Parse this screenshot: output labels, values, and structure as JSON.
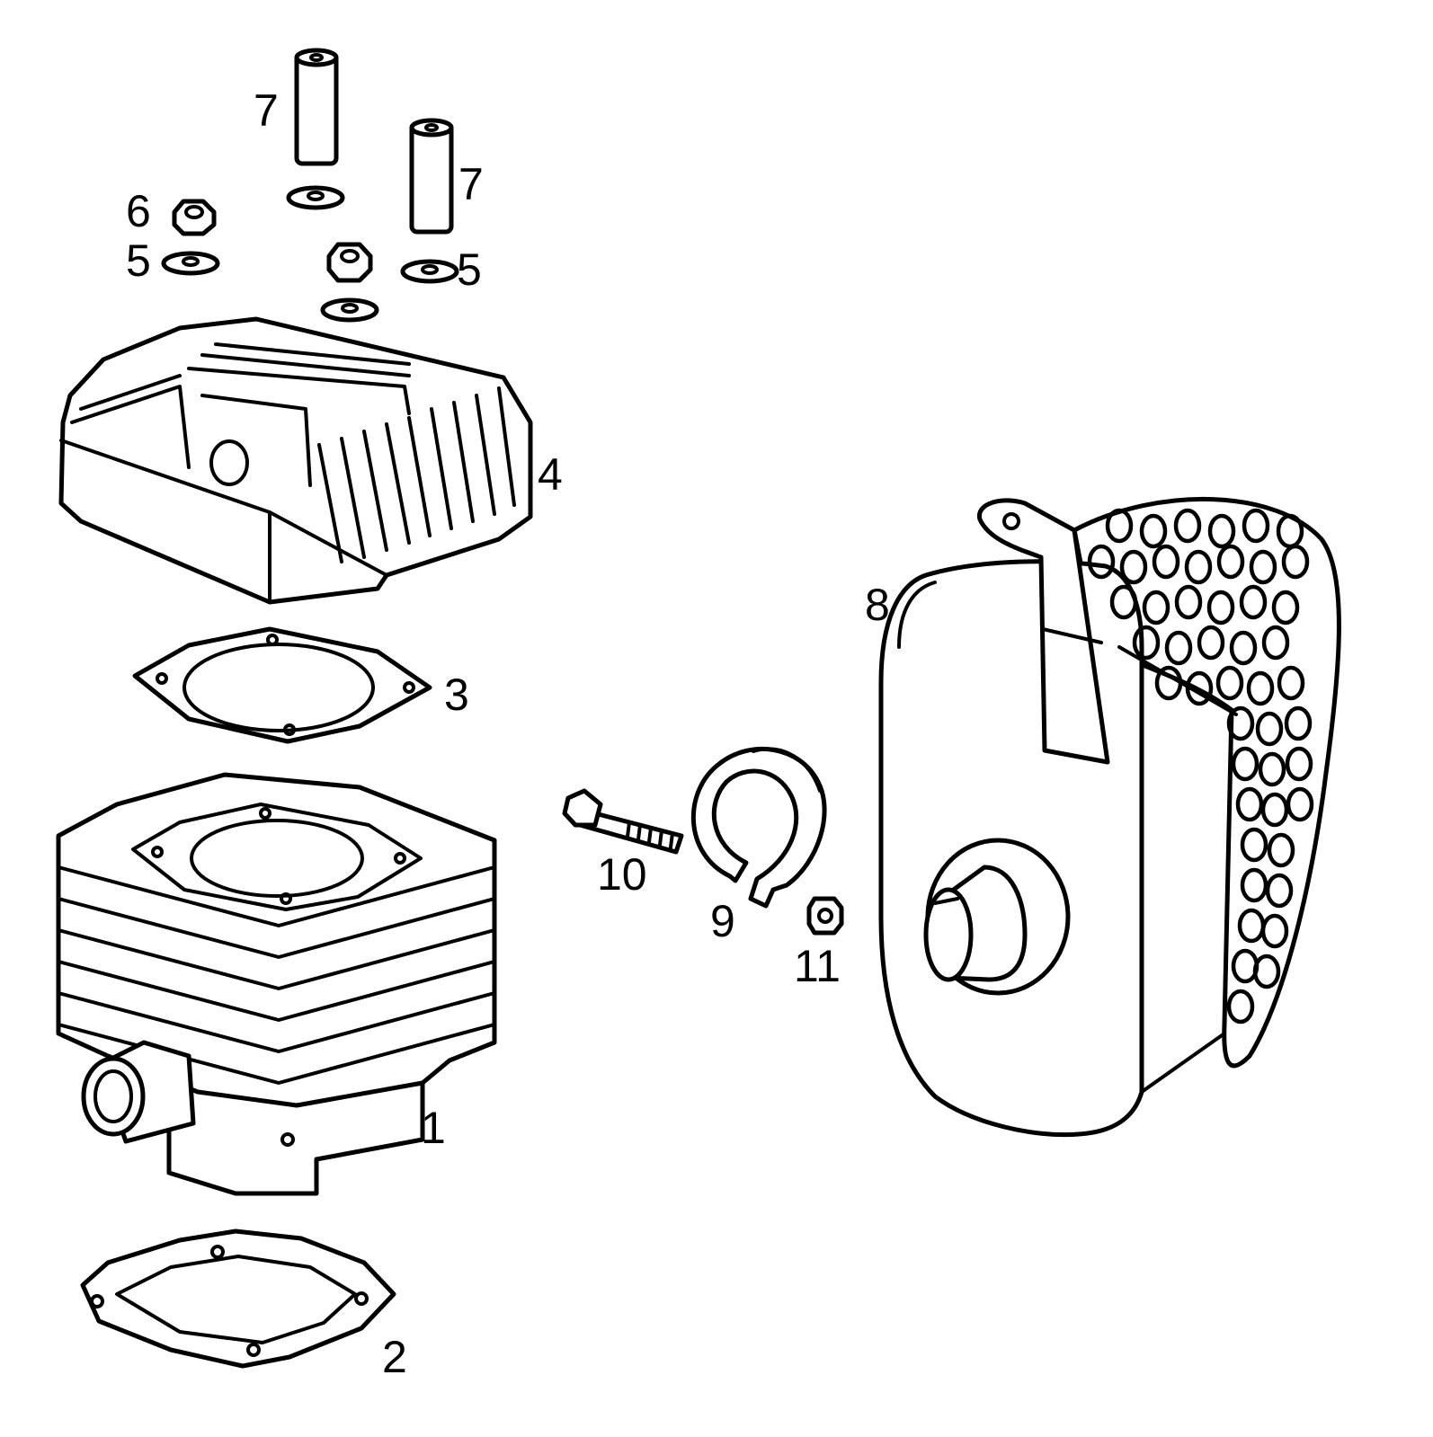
{
  "diagram": {
    "colors": {
      "line": "#000000",
      "background": "#ffffff"
    },
    "callouts": {
      "c1": "1",
      "c2": "2",
      "c3": "3",
      "c4": "4",
      "c5a": "5",
      "c5b": "5",
      "c6": "6",
      "c7a": "7",
      "c7b": "7",
      "c8": "8",
      "c9": "9",
      "c10": "10",
      "c11": "11"
    }
  }
}
